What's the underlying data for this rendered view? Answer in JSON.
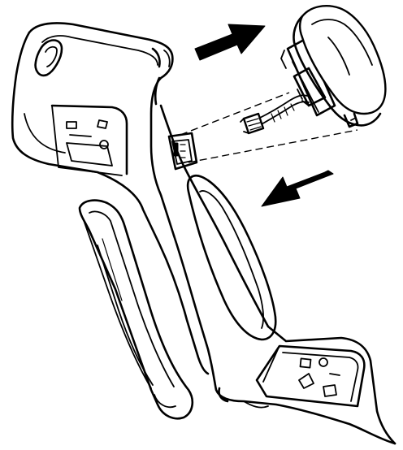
{
  "figure": {
    "kind": "exploded line illustration",
    "parts": [
      "front-housing",
      "grip-panel",
      "rear-housing",
      "battery-pack",
      "connector-cable"
    ],
    "arrows": [
      {
        "name": "removal-arrow",
        "direction": "up-right"
      },
      {
        "name": "insertion-arrow",
        "direction": "down-left"
      }
    ],
    "colors": {
      "line": "#000000",
      "background": "#ffffff"
    }
  }
}
